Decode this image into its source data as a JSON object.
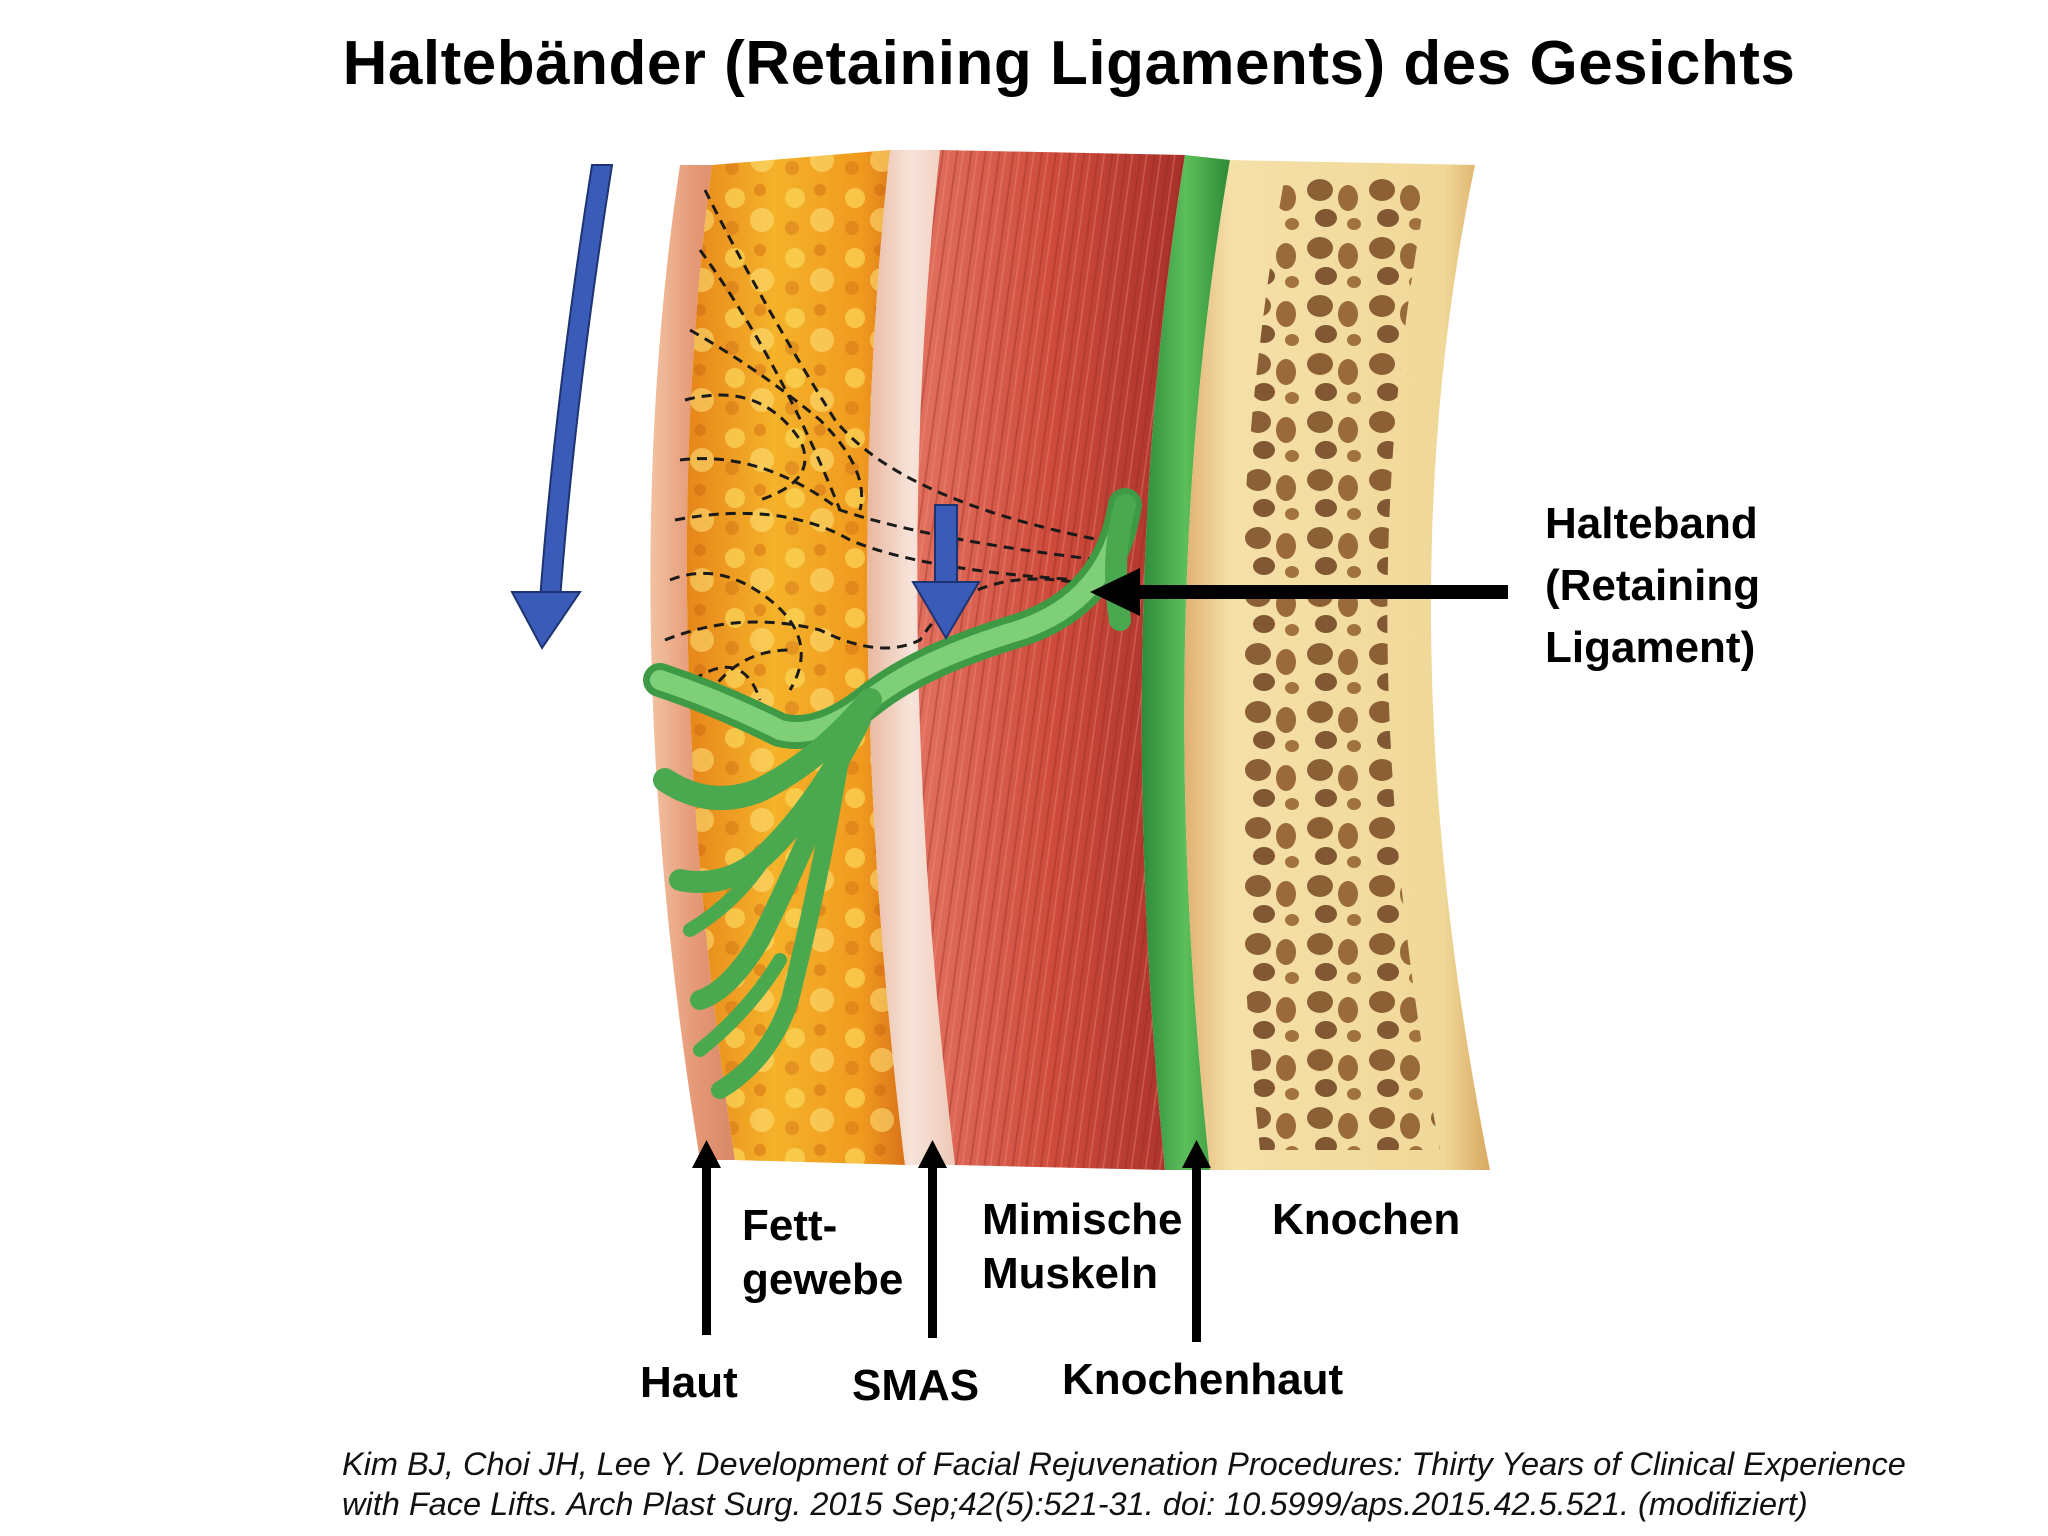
{
  "title": "Haltebänder (Retaining Ligaments) des Gesichts",
  "labels": {
    "ligament_line1": "Halteband",
    "ligament_line2": "(Retaining",
    "ligament_line3": "Ligament)",
    "fat_line1": "Fett-",
    "fat_line2": "gewebe",
    "muscle_line1": "Mimische",
    "muscle_line2": "Muskeln",
    "bone": "Knochen",
    "skin": "Haut",
    "smas": "SMAS",
    "periosteum": "Knochenhaut"
  },
  "layers": [
    {
      "name": "Haut",
      "color": "#e8a07a"
    },
    {
      "name": "Fettgewebe",
      "color": "#f0a020"
    },
    {
      "name": "SMAS",
      "color": "#f1d6c8"
    },
    {
      "name": "Mimische Muskeln",
      "color": "#c94a3c"
    },
    {
      "name": "Knochenhaut",
      "color": "#3f9e45"
    },
    {
      "name": "Knochen",
      "color": "#e8cc8a"
    }
  ],
  "colors": {
    "ligament": "#6cc06a",
    "arrow_blue": "#3a5cb8",
    "bone_pores": "#7a4a22"
  },
  "citation": {
    "line1": "Kim BJ, Choi JH, Lee Y. Development of Facial Rejuvenation Procedures: Thirty Years of Clinical Experience",
    "line2": "with Face Lifts. Arch Plast Surg. 2015 Sep;42(5):521-31. doi: 10.5999/aps.2015.42.5.521. (modifiziert)"
  }
}
